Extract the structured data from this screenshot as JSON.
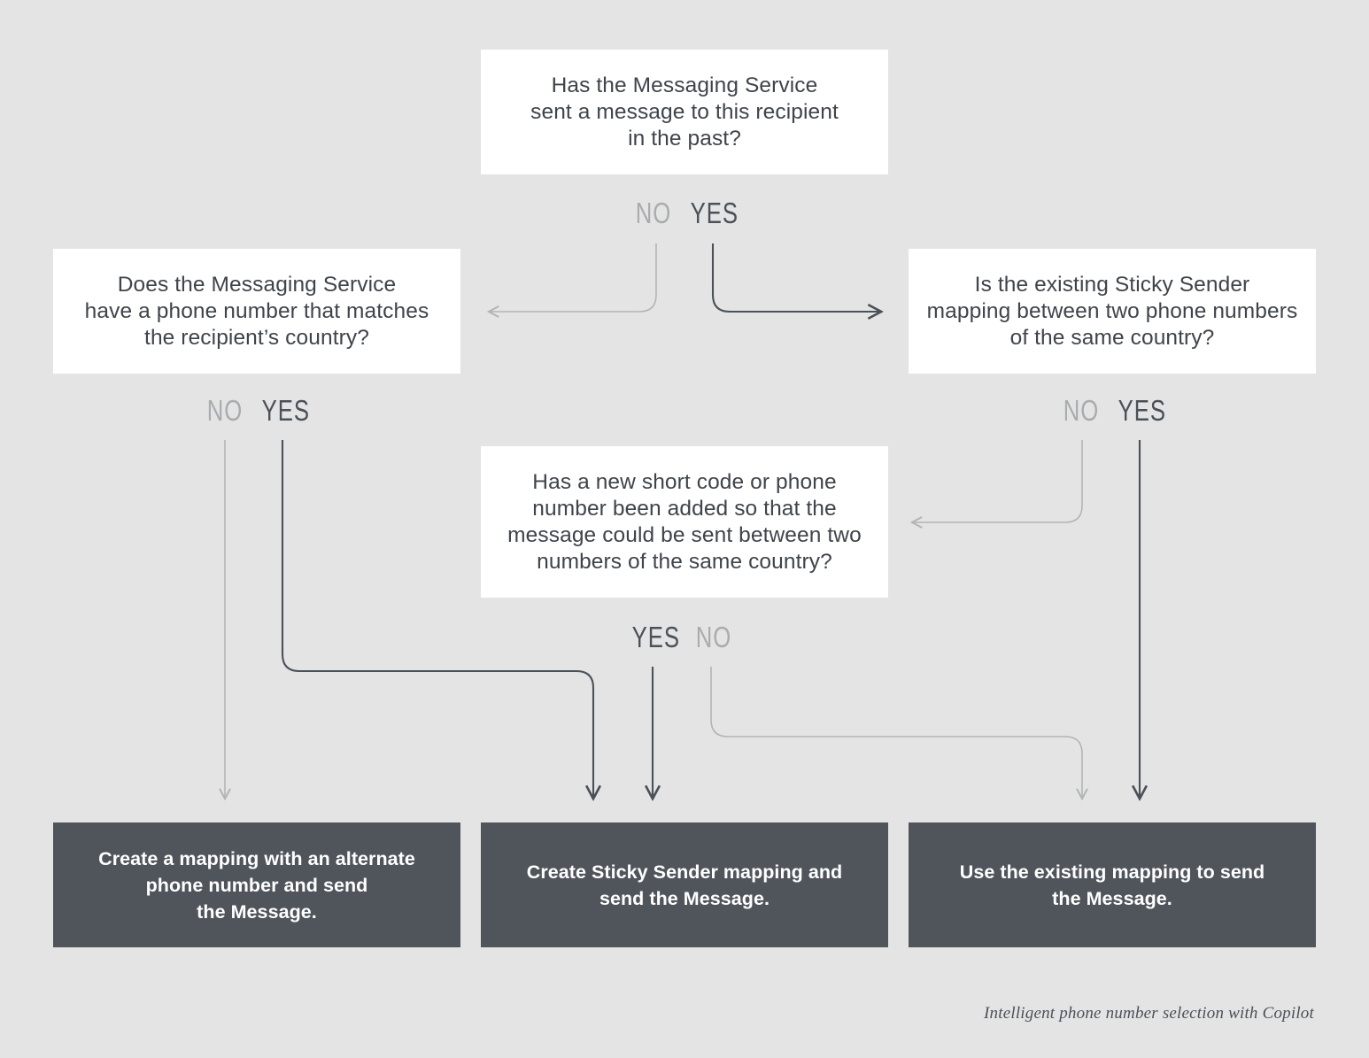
{
  "diagram": {
    "background_color": "#e4e4e4",
    "question_box_color": "#ffffff",
    "outcome_box_color": "#50555c",
    "yes_color": "#4b5159",
    "no_color": "#a9abad",
    "caption": "Intelligent phone number selection with Copilot",
    "nodes": {
      "q_root": "Has the Messaging Service\nsent a message to this recipient\nin the past?",
      "q_left": "Does the Messaging Service\nhave a phone number that matches\nthe recipient’s country?",
      "q_right": "Is the existing Sticky Sender\nmapping between two phone numbers\nof the same country?",
      "q_middle": "Has a new short code or phone\nnumber been added so that the\nmessage could be sent between two\nnumbers of the same country?",
      "o_left": "Create a mapping with an alternate\nphone number and send\nthe Message.",
      "o_middle": "Create Sticky Sender mapping and\nsend the Message.",
      "o_right": "Use the existing mapping to send\nthe Message."
    },
    "labels": {
      "root_no": "NO",
      "root_yes": "YES",
      "left_no": "NO",
      "left_yes": "YES",
      "right_no": "NO",
      "right_yes": "YES",
      "middle_yes": "YES",
      "middle_no": "NO"
    }
  }
}
